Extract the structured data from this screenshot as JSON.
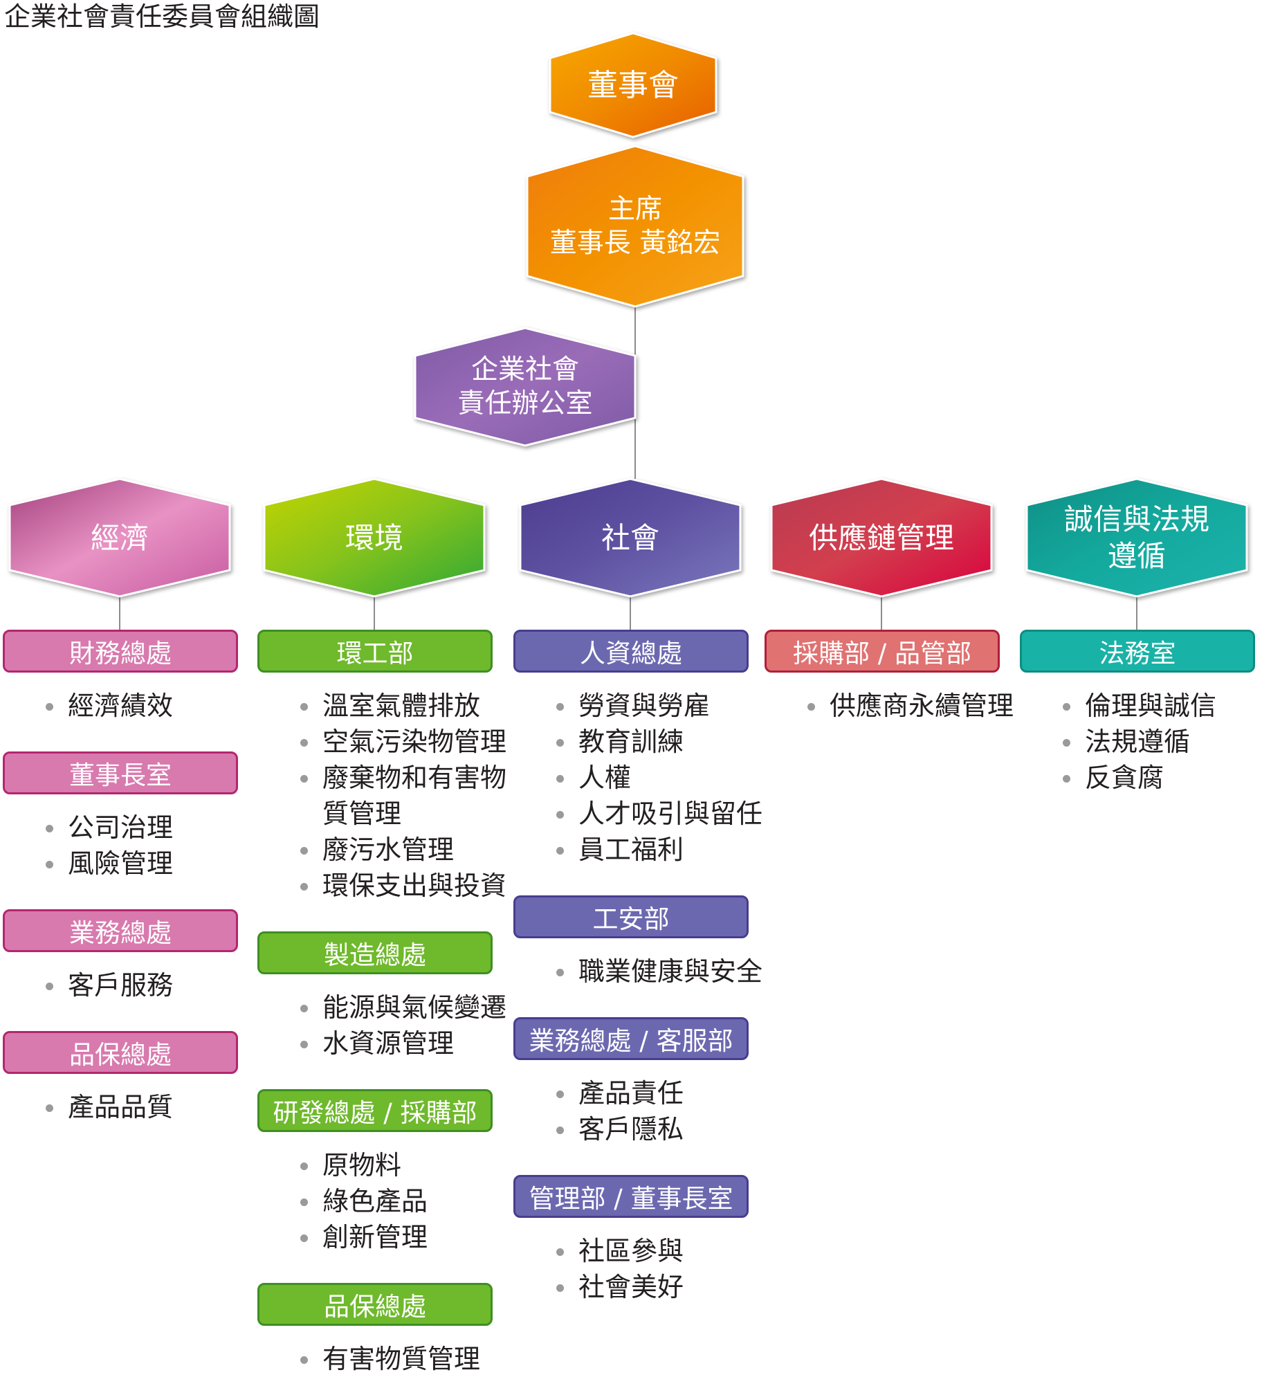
{
  "title": "企業社會責任委員會組織圖",
  "board": "董事會",
  "chair": {
    "line1": "主席",
    "line2": "董事長 黃銘宏"
  },
  "office": {
    "line1": "企業社會",
    "line2": "責任辦公室"
  },
  "pillars": [
    {
      "label": "經濟",
      "colors": [
        "#a3407d",
        "#e892c4",
        "#c75aa0"
      ],
      "box_fill": "#d87aae",
      "box_border": "#b3276f",
      "groups": [
        {
          "head": "財務總處",
          "items": [
            "經濟績效"
          ]
        },
        {
          "head": "董事長室",
          "items": [
            "公司治理",
            "風險管理"
          ]
        },
        {
          "head": "業務總處",
          "items": [
            "客戶服務"
          ]
        },
        {
          "head": "品保總處",
          "items": [
            "產品品質"
          ]
        }
      ]
    },
    {
      "label": "環境",
      "colors": [
        "#c4d400",
        "#86c31c",
        "#2ea836"
      ],
      "box_fill": "#6fb92c",
      "box_border": "#3d8f22",
      "groups": [
        {
          "head": "環工部",
          "items": [
            "溫室氣體排放",
            "空氣污染物管理",
            "廢棄物和有害物|質管理",
            "廢污水管理",
            "環保支出與投資"
          ]
        },
        {
          "head": "製造總處",
          "items": [
            "能源與氣候變遷",
            "水資源管理"
          ]
        },
        {
          "head": "研發總處 / 採購部",
          "items": [
            "原物料",
            "綠色產品",
            "創新管理"
          ]
        },
        {
          "head": "品保總處",
          "items": [
            "有害物質管理"
          ]
        }
      ]
    },
    {
      "label": "社會",
      "colors": [
        "#4c3c8f",
        "#5f52a2",
        "#7a78bd"
      ],
      "box_fill": "#6c68b0",
      "box_border": "#473d8e",
      "groups": [
        {
          "head": "人資總處",
          "items": [
            "勞資與勞雇",
            "教育訓練",
            "人權",
            "人才吸引與留任",
            "員工福利"
          ]
        },
        {
          "head": "工安部",
          "items": [
            "職業健康與安全"
          ]
        },
        {
          "head": "業務總處 / 客服部",
          "items": [
            "產品責任",
            "客戶隱私"
          ]
        },
        {
          "head": "管理部 / 董事長室",
          "items": [
            "社區參與",
            "社會美好"
          ]
        }
      ]
    },
    {
      "label": "供應鏈管理",
      "colors": [
        "#b83a52",
        "#d23f4e",
        "#d9003d"
      ],
      "box_fill": "#e07272",
      "box_border": "#b01f3a",
      "groups": [
        {
          "head": "採購部 / 品管部",
          "items": [
            "供應商永續管理"
          ]
        }
      ]
    },
    {
      "label": "誠信與法規|遵循",
      "colors": [
        "#0f8f86",
        "#14a99d",
        "#1cb3ad"
      ],
      "box_fill": "#19b2a6",
      "box_border": "#0e8c82",
      "groups": [
        {
          "head": "法務室",
          "items": [
            "倫理與誠信",
            "法規遵循",
            "反貪腐"
          ]
        }
      ]
    }
  ]
}
